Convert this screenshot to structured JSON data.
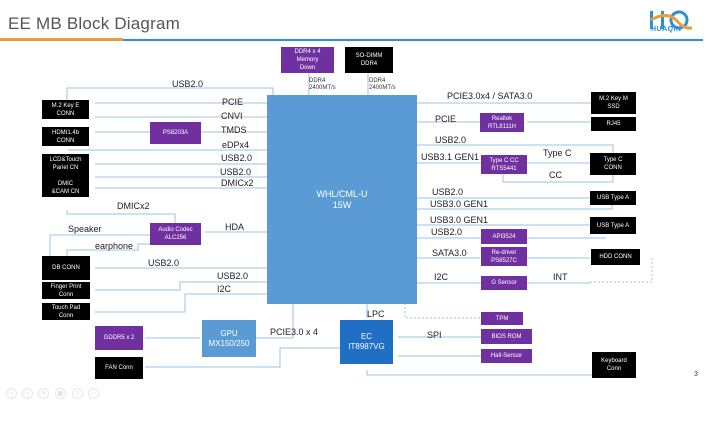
{
  "slide": {
    "title": "EE MB Block Diagram",
    "logo_text": "HUAQIN",
    "page_number": "3",
    "accent_orange": "#e8a13a",
    "accent_blue": "#2e8fd4"
  },
  "colors": {
    "connector": "#000000",
    "chip": "#7030a0",
    "gpu": "#5b9bd5",
    "cpu": "#5b9bd5",
    "ec": "#1f6fc4",
    "wire": "#9dc3e6"
  },
  "cpu": {
    "name": "WHL/CML-U",
    "power": "15W"
  },
  "memory": {
    "onboard": {
      "label": "DDR4 x 4\nMemory\nDown",
      "speed": "DDR4\n2400MT/s"
    },
    "sodimm": {
      "label": "SO-DIMM\nDDR4",
      "speed": "DDR4\n2400MT/s"
    }
  },
  "left_connectors": {
    "m2_key_e": "M.2 Key E\nCONN",
    "hdmi": "HDMI1.4b\nCONN",
    "lcd_panel": "LCD&Touch\nPanel CN\n\nDMIC\n&CAM CN",
    "db_conn": "DB CONN",
    "finger_print": "Finger Print\nConn",
    "touch_pad": "Touch Pad\nConn",
    "gddr5": "GDDR5 x 2",
    "fan": "FAN Conn"
  },
  "left_chips": {
    "ps8203a": "PS8203A",
    "audio_codec": "Audio Codec\nALC256",
    "gpu": "GPU\nMX150/250"
  },
  "left_signals": {
    "usb20_top": "USB2.0",
    "pcie": "PCIE",
    "cnvi": "CNVI",
    "tmds": "TMDS",
    "edp": "eDPx4",
    "usb20_a": "USB2.0",
    "usb20_b": "USB2.0",
    "dmic_cpu": "DMICx2",
    "dmic_codec": "DMICx2",
    "hda": "HDA",
    "speaker": "Speaker",
    "earphone": "earphone",
    "usb20_db": "USB2.0",
    "usb20_fp": "USB2.0",
    "i2c_tp": "I2C",
    "pcie_gpu": "PCIE3.0 x 4"
  },
  "right_connectors": {
    "m2_key_m": "M.2 Key M\nSSD",
    "rj45": "RJ45",
    "type_c_conn": "Type C\nCONN",
    "usb_a_1": "USB Type A",
    "usb_a_2": "USB Type A",
    "hdd": "HDD CONN",
    "keyboard": "Keyboard\nConn"
  },
  "right_chips": {
    "realtek": "Realtek\nRTL8111H",
    "type_c_cc": "Type C CC\nRTS5441",
    "api3524": "API3524",
    "redriver": "Re-driver\nPS8527C",
    "g_sensor": "G Sensor",
    "tpm": "TPM",
    "bios_rom": "BIOS ROM",
    "hall_sensor": "Hall-Sensor",
    "ec": "EC\nIT8987VG"
  },
  "right_signals": {
    "ssd": "PCIE3.0x4 / SATA3.0",
    "pcie_lan": "PCIE",
    "usb20_c": "USB2.0",
    "usb31": "USB3.1 GEN1",
    "type_c": "Type C",
    "cc": "CC",
    "usb20_a1": "USB2.0",
    "usb30_a1": "USB3.0 GEN1",
    "usb30_a2": "USB3.0 GEN1",
    "usb20_a2": "USB2.0",
    "sata": "SATA3.0",
    "i2c": "I2C",
    "int": "INT",
    "lpc": "LPC",
    "spi": "SPI"
  },
  "nav_controls": [
    "prev",
    "next",
    "pen",
    "slides",
    "zoom",
    "more"
  ]
}
